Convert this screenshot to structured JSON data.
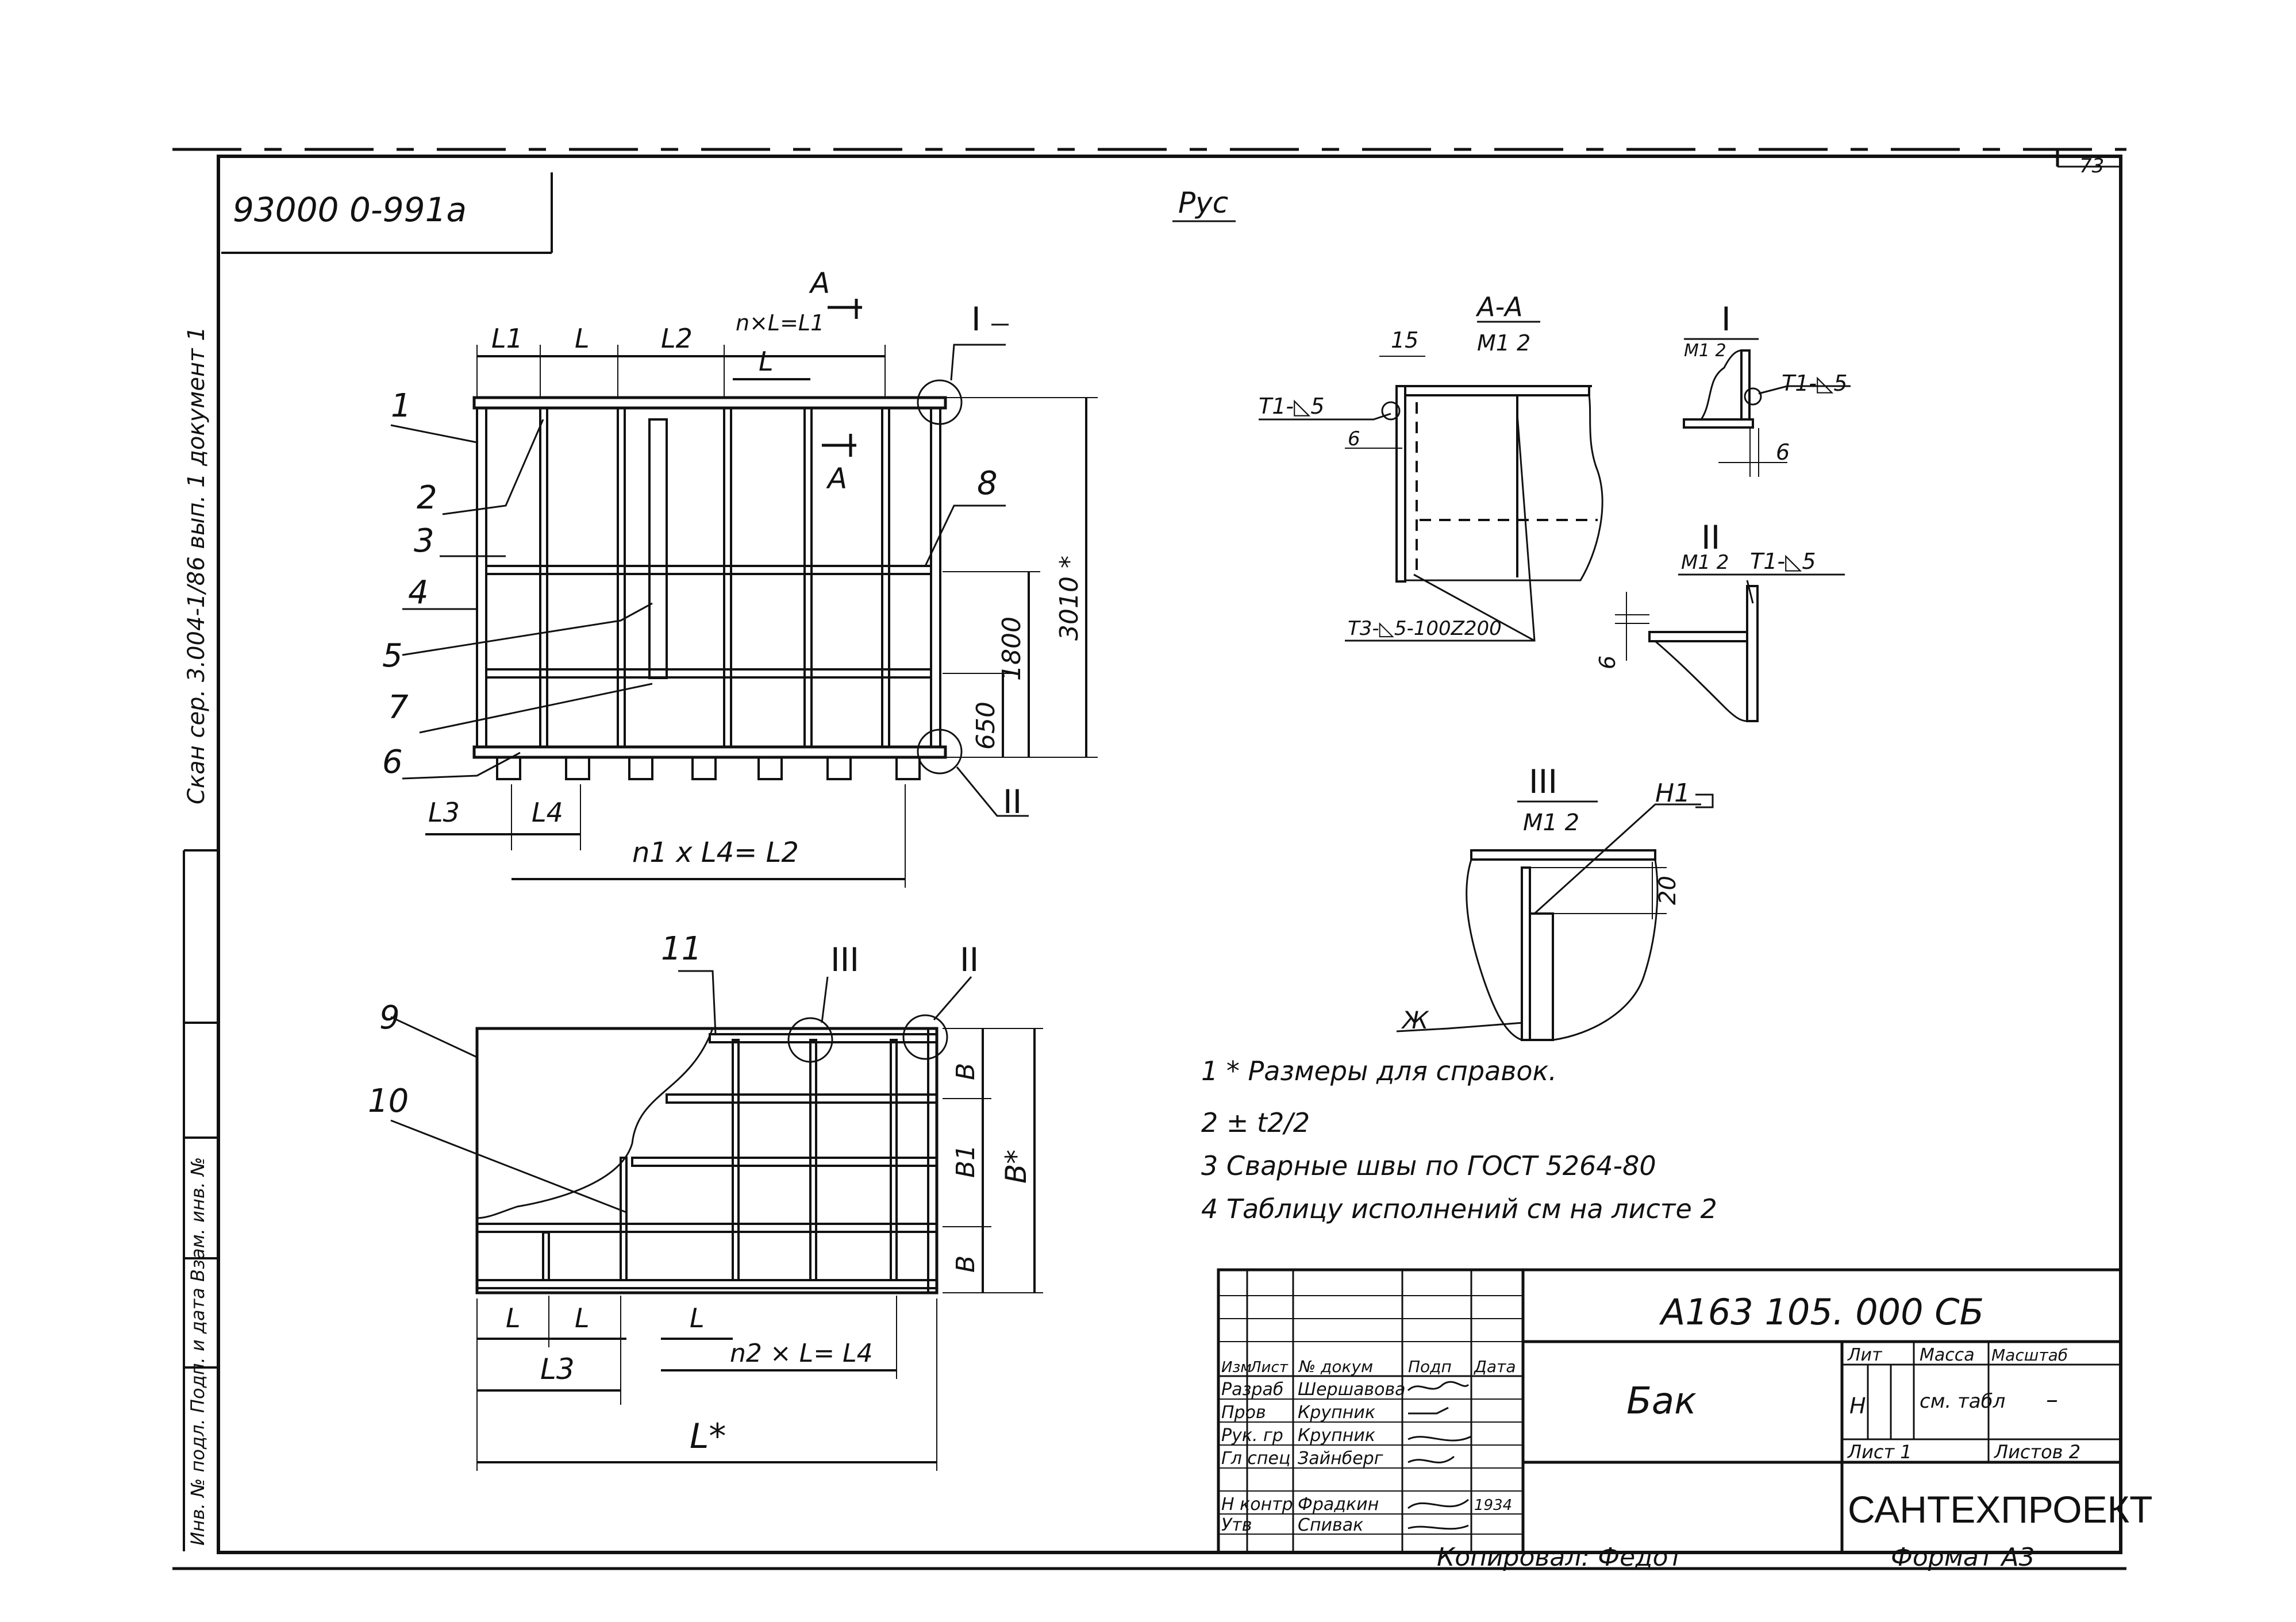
{
  "sheet": {
    "page_number": "73",
    "stamp_topleft": "93000 0-991a",
    "mark_top": "Рус"
  },
  "main_view": {
    "callouts": [
      "1",
      "2",
      "3",
      "4",
      "5",
      "7",
      "6",
      "8"
    ],
    "dims": {
      "l1": "L1",
      "l": "L",
      "l2": "L2",
      "nxl": "n×L=L1",
      "l_sub": "L",
      "section_a": "A",
      "section_a2": "A",
      "h_total": "3010 *",
      "h_1800": "1800",
      "h_650": "650",
      "l3": "L3",
      "l4": "L4",
      "n1xl4": "n1 x L4= L2"
    },
    "node_I": "I",
    "node_II": "II"
  },
  "plan_view": {
    "callouts": [
      "9",
      "10",
      "11"
    ],
    "node_III": "III",
    "node_II": "II",
    "dims": {
      "b": "B",
      "b1": "B1",
      "b_star": "B*",
      "b2": "B",
      "l_a": "L",
      "l_b": "L",
      "l_c": "L",
      "l3": "L3",
      "n2xl": "n2 × L= L4",
      "l_star": "L*"
    }
  },
  "section_aa": {
    "title": "А-А",
    "scale": "М1 2",
    "dim15": "15",
    "weld1": "Т1-◺5",
    "dim6": "6",
    "weld2": "Т3-◺5-100Z200"
  },
  "detail_I": {
    "title": "I",
    "scale": "М1 2",
    "weld": "Т1-◺5",
    "dim6": "6"
  },
  "detail_II": {
    "title": "II",
    "scale": "М1 2",
    "weld": "Т1-◺5",
    "dim6": "6"
  },
  "detail_III": {
    "title": "III",
    "scale": "М1 2",
    "weld": "Н1",
    "dim20": "20",
    "weld_bottom": "Ж"
  },
  "notes": [
    "1 * Размеры для справок.",
    "2 ± t2/2",
    "3 Сварные швы по ГОСТ 5264-80",
    "4 Таблицу исполнений см на листе 2"
  ],
  "title_block": {
    "designation": "А163 105. 000 СБ",
    "name": "Бак",
    "org": "САНТЕХПРОЕКТ",
    "headers": [
      "Изм",
      "Лист",
      "№ докум",
      "Подп",
      "Дата"
    ],
    "roles": [
      {
        "role": "Разраб",
        "name": "Шершавова"
      },
      {
        "role": "Пров",
        "name": "Крупник"
      },
      {
        "role": "Рук. гр",
        "name": "Крупник"
      },
      {
        "role": "Гл спец",
        "name": "Зайнберг"
      },
      {
        "role": "Н контр",
        "name": "Фрадкин"
      },
      {
        "role": "Утв",
        "name": "Спивак"
      }
    ],
    "date_mark": "1934",
    "lit_label": "Лит",
    "mass_label": "Масса",
    "scale_label": "Масштаб",
    "lit_value": "Н",
    "mass_value": "см. табл",
    "scale_value": "–",
    "sheet_label": "Лист 1",
    "sheets_label": "Листов 2"
  },
  "footer": {
    "copied": "Копировал: Федот",
    "format": "Формат А3"
  },
  "side_strip": {
    "text1": "Скан сер. 3.004-1/86 вып. 1 документ 1",
    "text2": "Инв. № подл.   Подп. и дата   Взам. инв. №"
  }
}
